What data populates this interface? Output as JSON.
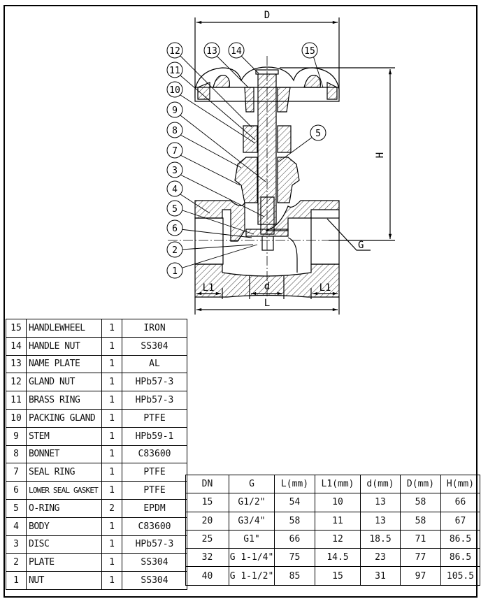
{
  "drawing": {
    "dimension_labels": {
      "D": "D",
      "H": "H",
      "L": "L",
      "L1_left": "L1",
      "L1_right": "L1",
      "d": "d",
      "G": "G"
    },
    "balloons": {
      "b12": "12",
      "b11": "11",
      "b10": "10",
      "b9": "9",
      "b8": "8",
      "b7": "7",
      "b3": "3",
      "b4": "4",
      "b5l": "5",
      "b6": "6",
      "b2": "2",
      "b1": "1",
      "b13": "13",
      "b14": "14",
      "b15": "15",
      "b5r": "5"
    }
  },
  "parts_table": {
    "rows": [
      {
        "no": "15",
        "name": "HANDLEWHEEL",
        "qty": "1",
        "material": "IRON"
      },
      {
        "no": "14",
        "name": "HANDLE NUT",
        "qty": "1",
        "material": "SS304"
      },
      {
        "no": "13",
        "name": "NAME PLATE",
        "qty": "1",
        "material": "AL"
      },
      {
        "no": "12",
        "name": "GLAND NUT",
        "qty": "1",
        "material": "HPb57-3"
      },
      {
        "no": "11",
        "name": "BRASS RING",
        "qty": "1",
        "material": "HPb57-3"
      },
      {
        "no": "10",
        "name": "PACKING GLAND",
        "qty": "1",
        "material": "PTFE"
      },
      {
        "no": "9",
        "name": "STEM",
        "qty": "1",
        "material": "HPb59-1"
      },
      {
        "no": "8",
        "name": "BONNET",
        "qty": "1",
        "material": "C83600"
      },
      {
        "no": "7",
        "name": "SEAL RING",
        "qty": "1",
        "material": "PTFE"
      },
      {
        "no": "6",
        "name": "LOWER SEAL GASKET",
        "qty": "1",
        "material": "PTFE"
      },
      {
        "no": "5",
        "name": "O-RING",
        "qty": "2",
        "material": "EPDM"
      },
      {
        "no": "4",
        "name": "BODY",
        "qty": "1",
        "material": "C83600"
      },
      {
        "no": "3",
        "name": "DISC",
        "qty": "1",
        "material": "HPb57-3"
      },
      {
        "no": "2",
        "name": "PLATE",
        "qty": "1",
        "material": "SS304"
      },
      {
        "no": "1",
        "name": "NUT",
        "qty": "1",
        "material": "SS304"
      }
    ]
  },
  "dimension_table": {
    "headers": [
      "DN",
      "G",
      "L(mm)",
      "L1(mm)",
      "d(mm)",
      "D(mm)",
      "H(mm)"
    ],
    "rows": [
      [
        "15",
        "G1/2\"",
        "54",
        "10",
        "13",
        "58",
        "66"
      ],
      [
        "20",
        "G3/4\"",
        "58",
        "11",
        "13",
        "58",
        "67"
      ],
      [
        "25",
        "G1\"",
        "66",
        "12",
        "18.5",
        "71",
        "86.5"
      ],
      [
        "32",
        "G 1-1/4\"",
        "75",
        "14.5",
        "23",
        "77",
        "86.5"
      ],
      [
        "40",
        "G 1-1/2\"",
        "85",
        "15",
        "31",
        "97",
        "105.5"
      ]
    ]
  }
}
